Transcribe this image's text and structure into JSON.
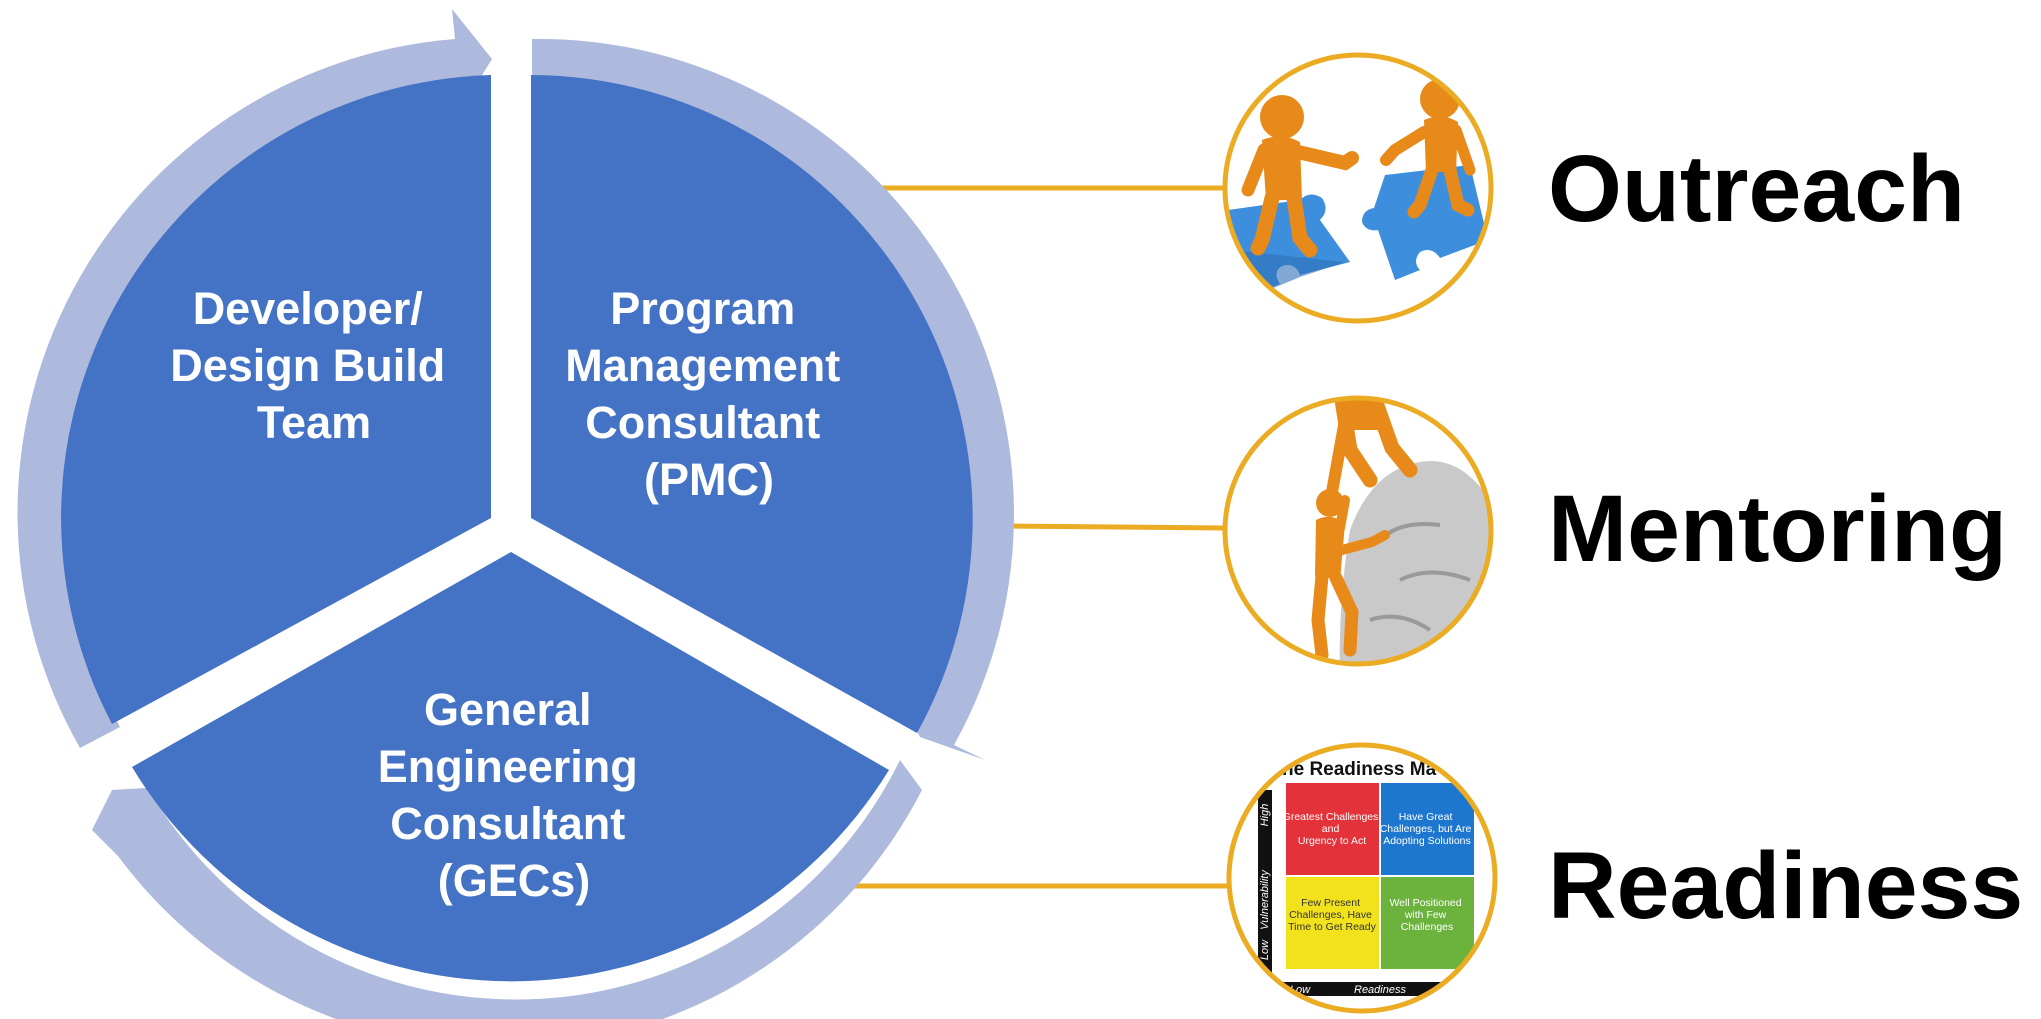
{
  "colors": {
    "segment_fill": "#4472C4",
    "arrow_ring": "#AEB9DE",
    "connector": "#EBAB22",
    "pillar_text": "#000000",
    "segment_text": "#FFFFFF"
  },
  "cycle": {
    "segments": [
      {
        "id": "developer",
        "lines": [
          "Developer/",
          "Design Build",
          "Team"
        ]
      },
      {
        "id": "pmc",
        "lines": [
          "Program",
          "Management",
          "Consultant",
          "(PMC)"
        ]
      },
      {
        "id": "gec",
        "lines": [
          "General",
          "Engineering",
          "Consultant",
          "(GECs)"
        ]
      }
    ]
  },
  "pillars": [
    {
      "id": "outreach",
      "label": "Outreach",
      "image_icon": "puzzle-handshake-icon"
    },
    {
      "id": "mentoring",
      "label": "Mentoring",
      "image_icon": "climbing-help-icon"
    },
    {
      "id": "readiness",
      "label": "Readiness",
      "image_icon": "readiness-matrix-icon",
      "matrix": {
        "title": "he Readiness Ma",
        "y_axis": "Vulnerability",
        "y_high": "High",
        "y_low": "Low",
        "x_axis": "Readiness",
        "x_low": "Low",
        "cells": [
          {
            "lines": [
              "Greatest Challenges",
              "and",
              "Urgency to Act"
            ],
            "color": "#E3323A"
          },
          {
            "lines": [
              "Have Great",
              "Challenges, but Are",
              "Adopting Solutions"
            ],
            "color": "#1D77CF"
          },
          {
            "lines": [
              "Few Present",
              "Challenges, Have",
              "Time to Get Ready"
            ],
            "color": "#F2E21B"
          },
          {
            "lines": [
              "Well Positioned",
              "with Few",
              "Challenges"
            ],
            "color": "#6BB33D"
          }
        ]
      }
    }
  ]
}
